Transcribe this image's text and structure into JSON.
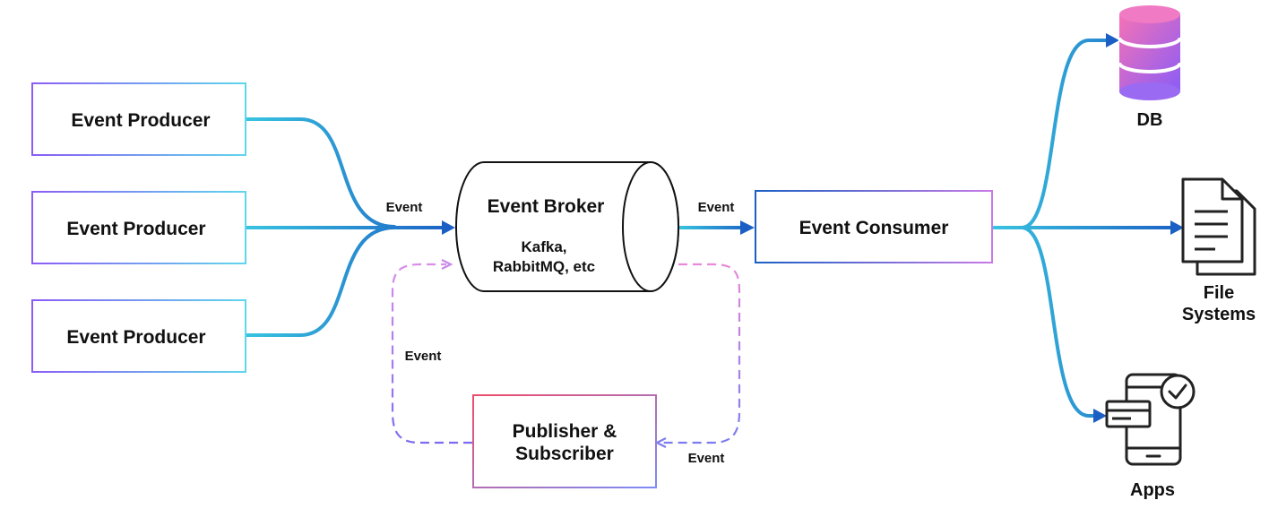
{
  "producers": [
    {
      "label": "Event Producer"
    },
    {
      "label": "Event Producer"
    },
    {
      "label": "Event Producer"
    }
  ],
  "edge_labels": {
    "producers_to_broker": "Event",
    "broker_to_consumer": "Event",
    "pubsub_to_broker": "Event",
    "broker_to_pubsub": "Event"
  },
  "broker": {
    "title": "Event Broker",
    "subtitle_line1": "Kafka,",
    "subtitle_line2": "RabbitMQ, etc"
  },
  "consumer": {
    "label": "Event Consumer"
  },
  "pubsub": {
    "line1": "Publisher &",
    "line2": "Subscriber"
  },
  "outputs": {
    "db": "DB",
    "files_line1": "File",
    "files_line2": "Systems",
    "apps": "Apps"
  },
  "colors": {
    "flow_light": "#38c4e0",
    "flow_dark": "#1b5fc4",
    "box_violet": "#8b5cf6",
    "box_cyan": "#5fd6ec",
    "pubsub_red": "#ef4d6b",
    "pubsub_blue": "#7c8cf5",
    "db_pink": "#f472b6",
    "db_purple": "#8b5cf6",
    "dashed_pink": "#e88ad9",
    "dashed_violet": "#8b7cf0"
  }
}
